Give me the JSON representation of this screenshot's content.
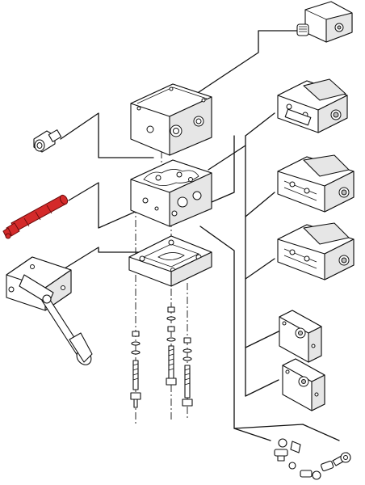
{
  "diagram": {
    "highlight_color": "#d42a2a",
    "line_color": "#111111",
    "background": "#ffffff",
    "parts": [
      {
        "name": "cable-connector-top",
        "icon": "connector-plug"
      },
      {
        "name": "valve-cover-block",
        "icon": "housing-block"
      },
      {
        "name": "valve-body-block",
        "icon": "valve-block"
      },
      {
        "name": "valve-base-plate",
        "icon": "base-plate"
      },
      {
        "name": "screw-plug",
        "icon": "plug"
      },
      {
        "name": "highlighted-lever-shaft",
        "icon": "shaft",
        "highlighted": true
      },
      {
        "name": "hand-lever",
        "icon": "lever"
      },
      {
        "name": "solenoid-module-1",
        "icon": "solenoid"
      },
      {
        "name": "solenoid-module-2",
        "icon": "solenoid"
      },
      {
        "name": "solenoid-module-3",
        "icon": "solenoid"
      },
      {
        "name": "cover-plate-1",
        "icon": "cover-plate"
      },
      {
        "name": "cover-plate-2",
        "icon": "cover-plate"
      },
      {
        "name": "mounting-bolt-set",
        "icon": "bolts"
      },
      {
        "name": "screw-kit",
        "icon": "screws"
      }
    ]
  }
}
